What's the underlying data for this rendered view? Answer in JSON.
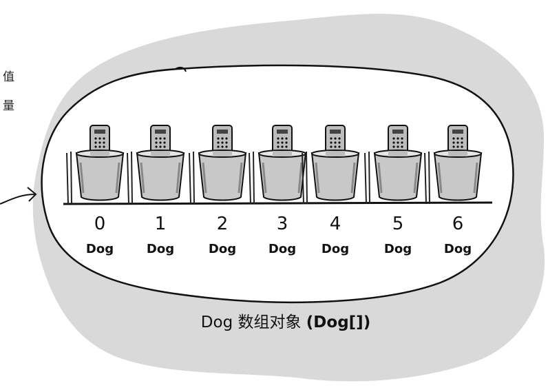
{
  "side_text": [
    "值",
    "量"
  ],
  "slots": [
    {
      "index": "0",
      "type": "Dog"
    },
    {
      "index": "1",
      "type": "Dog"
    },
    {
      "index": "2",
      "type": "Dog"
    },
    {
      "index": "3",
      "type": "Dog"
    },
    {
      "index": "4",
      "type": "Dog"
    },
    {
      "index": "5",
      "type": "Dog"
    },
    {
      "index": "6",
      "type": "Dog"
    }
  ],
  "caption": {
    "part1": "Dog 数组对象 ",
    "part2": "(Dog[])"
  },
  "colors": {
    "blob": "#d8d8d8",
    "oval_fill": "#ffffff",
    "outline": "#111111"
  },
  "icons": {
    "cup": "cup-icon",
    "remote": "remote-control-icon",
    "arrow": "curved-arrow-icon"
  }
}
